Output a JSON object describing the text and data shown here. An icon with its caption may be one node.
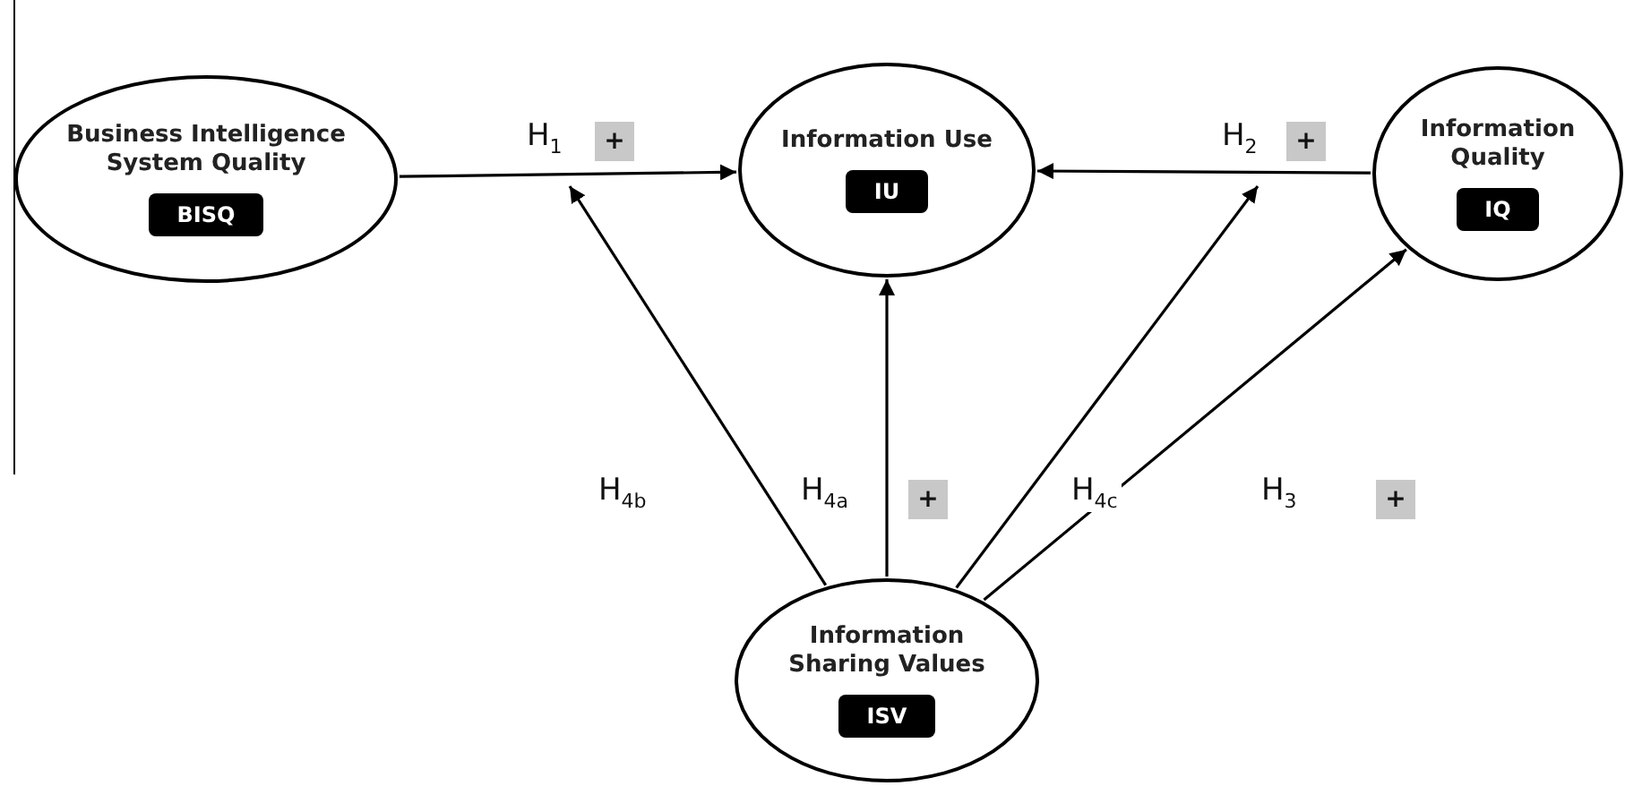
{
  "diagram": {
    "nodes": [
      {
        "text": [
          "Business Intelligence System Quality",
          "BISQ"
        ]
      },
      {
        "text": [
          "Information Use",
          "IU"
        ]
      },
      {
        "text": [
          "Information Quality",
          "IQ"
        ]
      },
      {
        "text": [
          "Information Sharing Values",
          "ISV"
        ]
      }
    ],
    "edges": [
      {
        "from": 0,
        "to": 1,
        "arrow": "to",
        "label": "H$_{1}$"
      },
      {
        "from": 2,
        "to": 1,
        "arrow": "to",
        "label": "H$_{2}$"
      },
      {
        "from": 3,
        "to": null,
        "arrow": "to",
        "label": "H$_{4b}$"
      },
      {
        "from": 3,
        "to": 1,
        "arrow": "to",
        "label": "H$_{4a}$"
      },
      {
        "from": 3,
        "to": null,
        "arrow": "to",
        "label": "H$_{4c}$"
      },
      {
        "from": 3,
        "to": 2,
        "arrow": "to",
        "label": "H$_{3}$"
      }
    ],
    "labels": [
      "+",
      "+",
      "+",
      "+"
    ]
  }
}
